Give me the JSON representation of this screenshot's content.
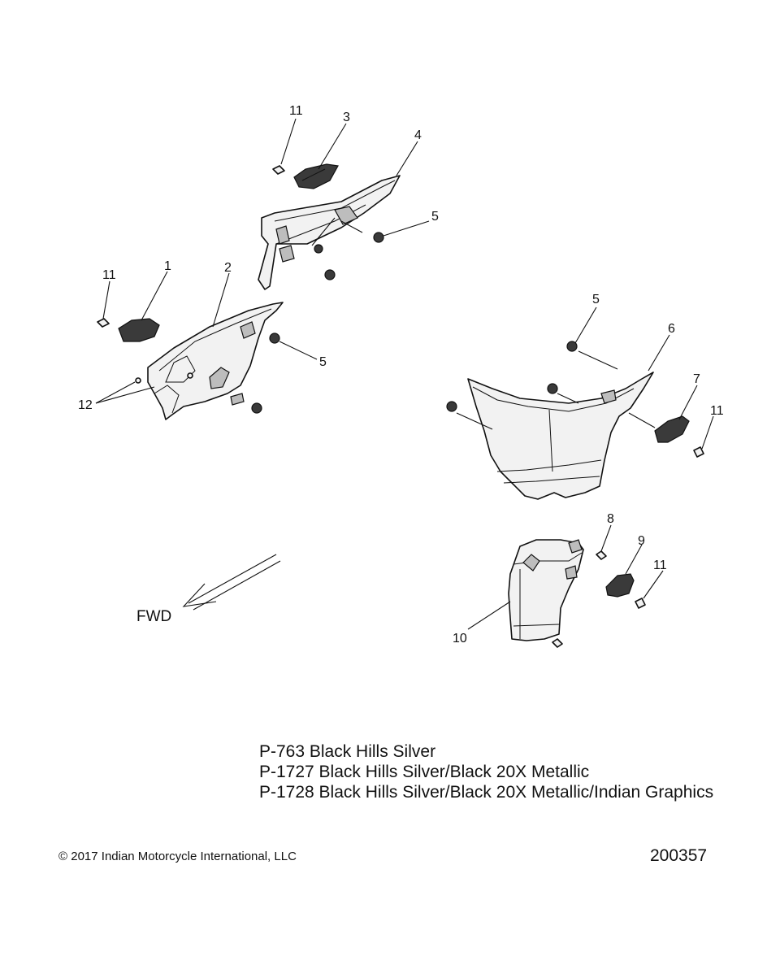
{
  "callouts": {
    "c1": "1",
    "c2": "2",
    "c3": "3",
    "c4": "4",
    "c5a": "5",
    "c5b": "5",
    "c5c": "5",
    "c6": "6",
    "c7": "7",
    "c8": "8",
    "c9": "9",
    "c10": "10",
    "c11a": "11",
    "c11b": "11",
    "c11c": "11",
    "c11d": "11",
    "c12": "12"
  },
  "direction_label": "FWD",
  "variants": [
    "P-763  Black Hills Silver",
    "P-1727 Black Hills Silver/Black 20X Metallic",
    "P-1728 Black Hills Silver/Black 20X Metallic/Indian Graphics"
  ],
  "copyright": "2017 Indian Motorcycle International, LLC",
  "copyright_symbol": "©",
  "document_number": "200357"
}
